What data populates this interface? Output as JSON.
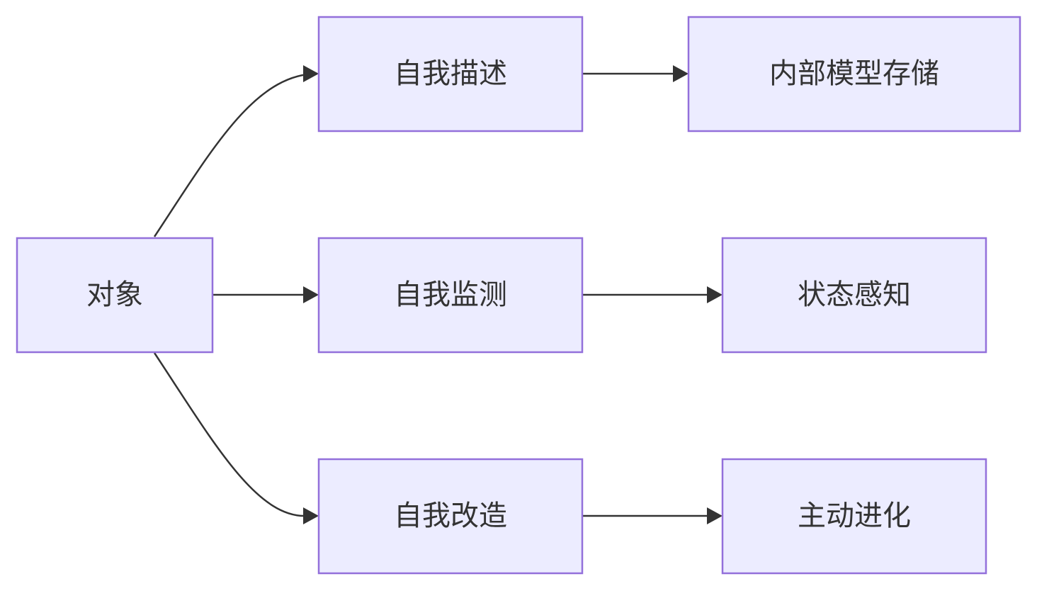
{
  "diagram": {
    "type": "flowchart",
    "direction": "left-to-right",
    "nodes": [
      {
        "id": "object",
        "label": "对象"
      },
      {
        "id": "self_describe",
        "label": "自我描述"
      },
      {
        "id": "self_monitor",
        "label": "自我监测"
      },
      {
        "id": "self_modify",
        "label": "自我改造"
      },
      {
        "id": "internal_storage",
        "label": "内部模型存储"
      },
      {
        "id": "state_awareness",
        "label": "状态感知"
      },
      {
        "id": "active_evolution",
        "label": "主动进化"
      }
    ],
    "edges": [
      {
        "from": "object",
        "to": "self_describe"
      },
      {
        "from": "object",
        "to": "self_monitor"
      },
      {
        "from": "object",
        "to": "self_modify"
      },
      {
        "from": "self_describe",
        "to": "internal_storage"
      },
      {
        "from": "self_monitor",
        "to": "state_awareness"
      },
      {
        "from": "self_modify",
        "to": "active_evolution"
      }
    ],
    "colors": {
      "node_fill": "#ECECFF",
      "node_border": "#9370DB",
      "edge": "#333333",
      "text": "#333333"
    }
  }
}
